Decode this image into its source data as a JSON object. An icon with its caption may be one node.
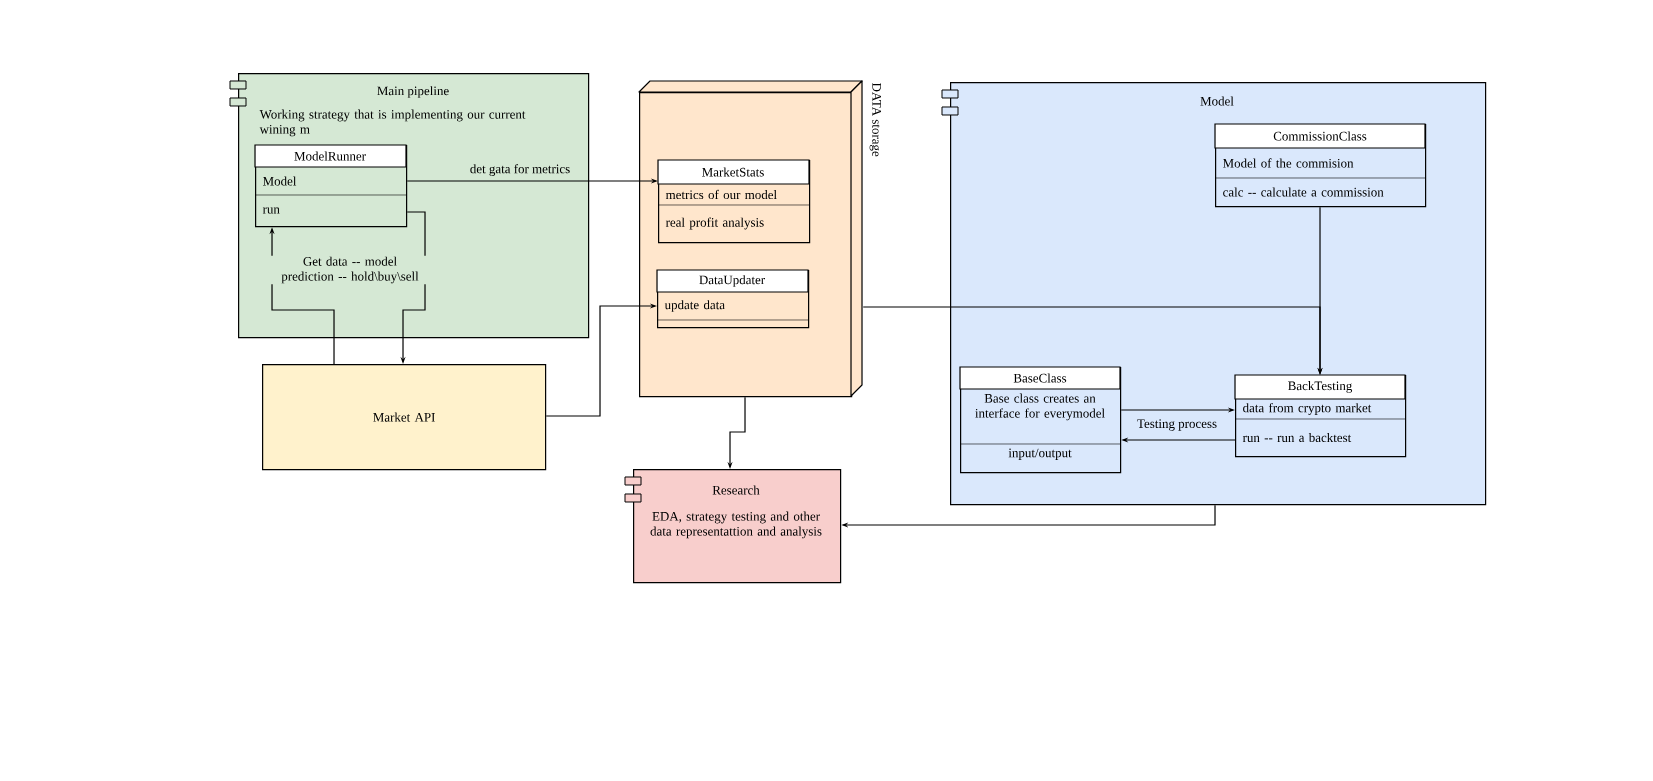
{
  "diagram": {
    "nodes": [
      {
        "text": [
          "Main pipeline",
          "Working strategy that is implementing our current wining m"
        ]
      },
      {
        "text": [
          "ModelRunner",
          "Model",
          "run"
        ],
        "in": 0
      },
      {
        "text": [
          "Market API"
        ]
      },
      {
        "text": [
          "DATA storage"
        ]
      },
      {
        "text": [
          "MarketStats",
          "metrics of our model",
          "real profit analysis"
        ],
        "in": 3
      },
      {
        "text": [
          "DataUpdater",
          "update data"
        ],
        "in": 3
      },
      {
        "text": [
          "Model"
        ]
      },
      {
        "text": [
          "CommissionClass",
          "Model of the commision",
          "calc -- calculate a commission"
        ],
        "in": 6
      },
      {
        "text": [
          "BaseClass",
          "Base class creates an interface for everymodel",
          "input/output"
        ],
        "in": 6
      },
      {
        "text": [
          "BackTesting",
          "data from crypto market",
          "run -- run a backtest"
        ],
        "in": 6
      },
      {
        "text": [
          "Research",
          "EDA, strategy testing and other data representattion and analysis"
        ]
      }
    ],
    "edges": [
      {
        "from": 1,
        "to": 4,
        "arrow": "to",
        "label": "det gata for metrics"
      },
      {
        "from": 2,
        "to": 1,
        "arrow": "to",
        "label": "Get data -- model prediction -- hold\\buy\\sell"
      },
      {
        "from": 1,
        "to": 2,
        "arrow": "to"
      },
      {
        "from": 2,
        "to": 5,
        "arrow": "to"
      },
      {
        "from": 3,
        "to": 10,
        "arrow": "to"
      },
      {
        "from": 3,
        "to": 9,
        "arrow": "to"
      },
      {
        "from": 7,
        "to": 9,
        "arrow": "to"
      },
      {
        "from": 8,
        "to": 9,
        "arrow": "to",
        "label": "Testing process"
      },
      {
        "from": 9,
        "to": 8,
        "arrow": "to"
      },
      {
        "from": 6,
        "to": 10,
        "arrow": "to"
      }
    ]
  }
}
